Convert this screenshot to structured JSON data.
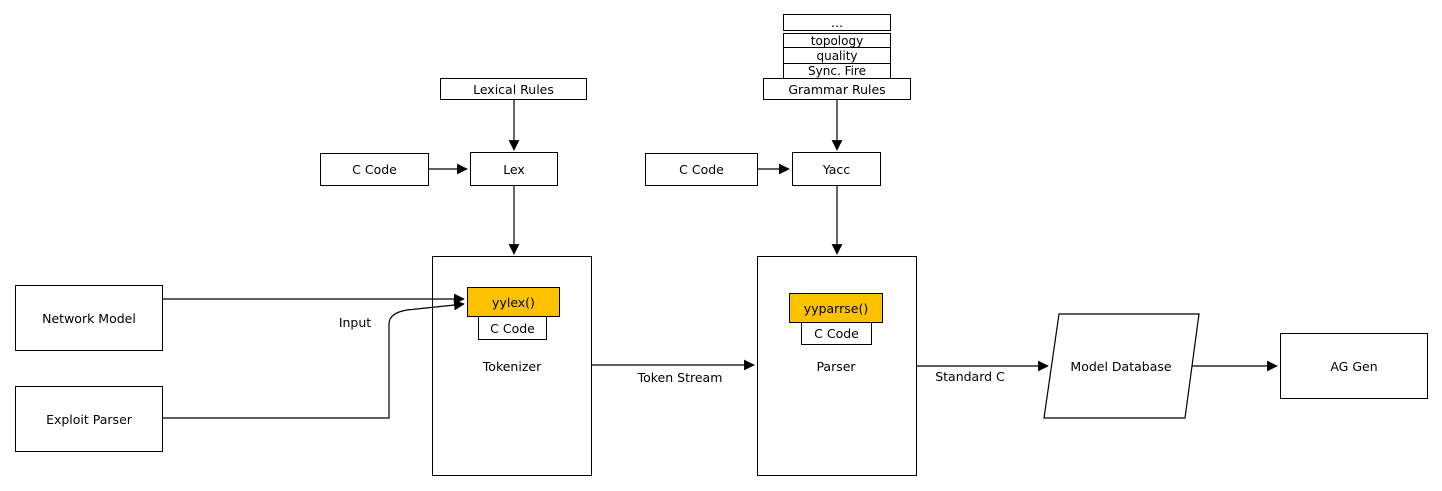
{
  "diagram": {
    "stack": {
      "rows": [
        "...",
        "topology",
        "quality",
        "Sync. Fire"
      ]
    },
    "nodes": {
      "grammar_rules": "Grammar Rules",
      "lexical_rules": "Lexical Rules",
      "c_code_lex": "C Code",
      "lex": "Lex",
      "c_code_yacc": "C Code",
      "yacc": "Yacc",
      "network_model": "Network Model",
      "exploit_parser": "Exploit Parser",
      "tokenizer": "Tokenizer",
      "yylex": "yylex()",
      "tokenizer_c_code": "C Code",
      "parser": "Parser",
      "yyparrse": "yyparrse()",
      "parser_c_code": "C Code",
      "model_database": "Model Database",
      "ag_gen": "AG Gen"
    },
    "edge_labels": {
      "input": "Input",
      "token_stream": "Token Stream",
      "standard_c": "Standard C"
    },
    "edges": [
      {
        "from": "Lexical Rules",
        "to": "Lex",
        "label": ""
      },
      {
        "from": "C Code",
        "to": "Lex",
        "label": ""
      },
      {
        "from": "Lex",
        "to": "Tokenizer",
        "label": ""
      },
      {
        "from": "Grammar Rules",
        "to": "Yacc",
        "label": ""
      },
      {
        "from": "C Code",
        "to": "Yacc",
        "label": ""
      },
      {
        "from": "Yacc",
        "to": "Parser",
        "label": ""
      },
      {
        "from": "Network Model",
        "to": "yylex()",
        "label": "Input"
      },
      {
        "from": "Exploit Parser",
        "to": "yylex()",
        "label": "Input"
      },
      {
        "from": "Tokenizer",
        "to": "Parser",
        "label": "Token Stream"
      },
      {
        "from": "Parser",
        "to": "Model Database",
        "label": "Standard C"
      },
      {
        "from": "Model Database",
        "to": "AG Gen",
        "label": ""
      }
    ],
    "colors": {
      "highlight_fill": "#fcc200",
      "line": "#000000",
      "node_fill": "#ffffff",
      "background": "#ffffff"
    }
  }
}
